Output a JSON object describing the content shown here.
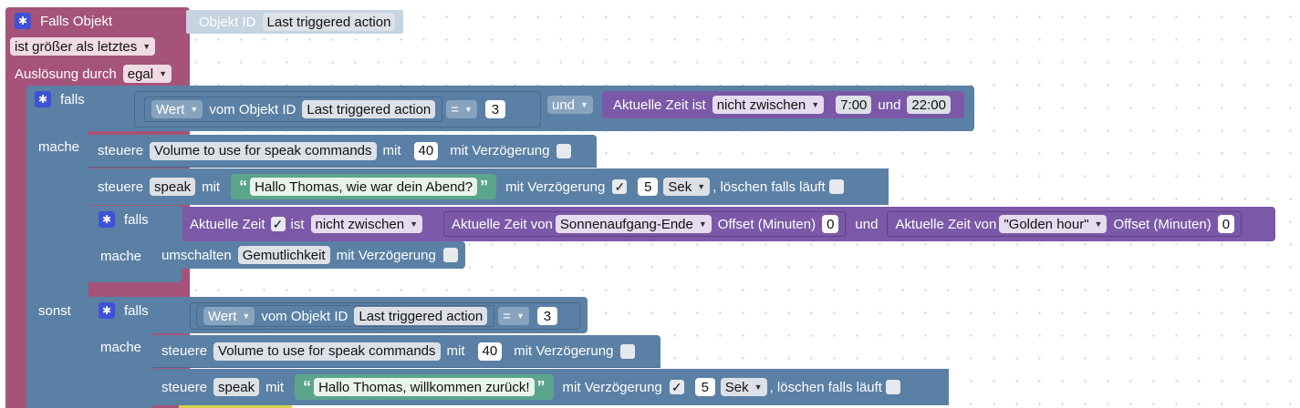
{
  "colors": {
    "event": "#a5537a",
    "logic": "#5b80a5",
    "action": "#5b80a5",
    "time": "#7b59a8",
    "string": "#5ba58c",
    "object": "#c6d3e0"
  },
  "trigger": {
    "title": "Falls Objekt",
    "object_label": "Objekt ID",
    "object_value": "Last triggered action",
    "condition": "ist größer als letztes",
    "trigger_label": "Auslösung durch",
    "trigger_value": "egal"
  },
  "if1": {
    "falls": "falls",
    "value_dd": "Wert",
    "vom_objekt": "vom Objekt ID",
    "object_name": "Last triggered action",
    "op": "=",
    "num": "3",
    "und": "und",
    "time_label": "Aktuelle Zeit ist",
    "time_cond": "nicht zwischen",
    "time_from": "7:00",
    "und2": "und",
    "time_to": "22:00",
    "mache": "mache",
    "sonst": "sonst"
  },
  "do1": {
    "steuere": "steuere",
    "target": "Volume to use for speak commands",
    "mit": "mit",
    "value": "40",
    "delay": "mit Verzögerung"
  },
  "do2": {
    "steuere": "steuere",
    "target": "speak",
    "mit": "mit",
    "text": "Hallo Thomas, wie war dein Abend?",
    "delay": "mit Verzögerung",
    "delay_checked": "✓",
    "delay_value": "5",
    "unit": "Sek",
    "clear": ", löschen falls läuft"
  },
  "if2": {
    "falls": "falls",
    "time_label": "Aktuelle Zeit",
    "checked": "✓",
    "ist": "ist",
    "cond": "nicht zwischen",
    "from_label": "Aktuelle Zeit von",
    "from_value": "Sonnenaufgang-Ende",
    "offset_label": "Offset (Minuten)",
    "offset1": "0",
    "und": "und",
    "to_label": "Aktuelle Zeit von",
    "to_value": "\"Golden hour\"",
    "offset_label2": "Offset (Minuten)",
    "offset2": "0",
    "mache": "mache"
  },
  "toggle": {
    "label": "umschalten",
    "target": "Gemutlichkeit",
    "delay": "mit Verzögerung"
  },
  "else_if": {
    "falls": "falls",
    "value_dd": "Wert",
    "vom_objekt": "vom Objekt ID",
    "object_name": "Last triggered action",
    "op": "=",
    "num": "3",
    "mache": "mache"
  },
  "do3": {
    "steuere": "steuere",
    "target": "Volume to use for speak commands",
    "mit": "mit",
    "value": "40",
    "delay": "mit Verzögerung"
  },
  "do4": {
    "steuere": "steuere",
    "target": "speak",
    "mit": "mit",
    "text": "Hallo Thomas, willkommen zurück!",
    "delay": "mit Verzögerung",
    "delay_checked": "✓",
    "delay_value": "5",
    "unit": "Sek",
    "clear": ", löschen falls läuft"
  }
}
